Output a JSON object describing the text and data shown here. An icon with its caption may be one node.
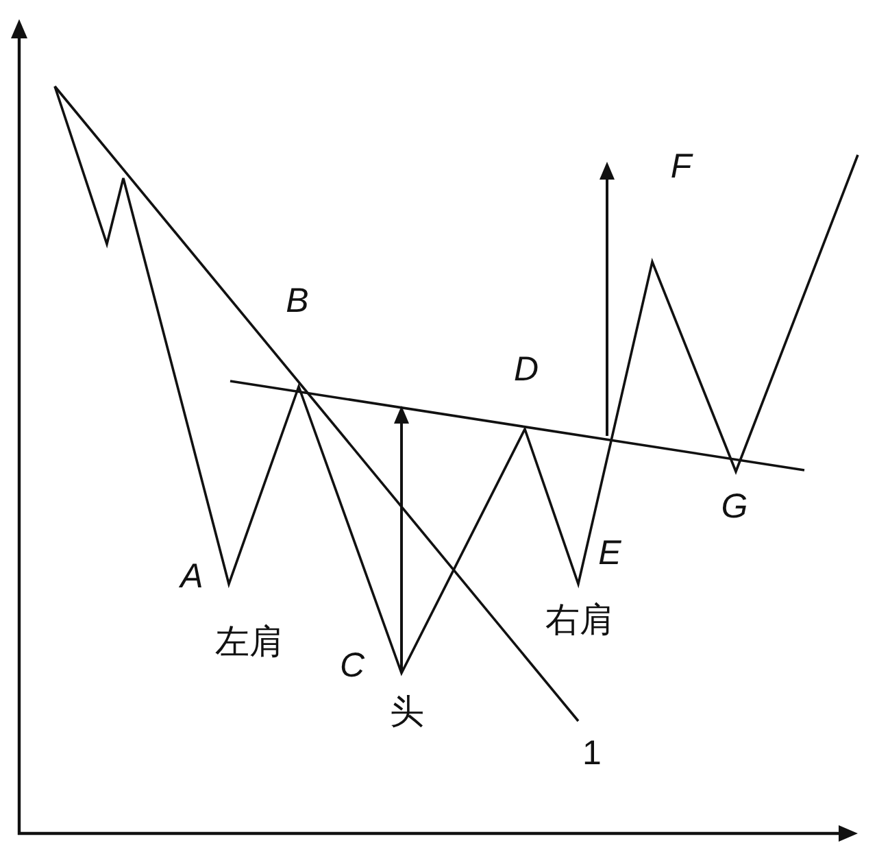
{
  "diagram": {
    "labels": [
      "F",
      "B",
      "D",
      "G",
      "E",
      "A",
      "右肩",
      "左肩",
      "C",
      "头",
      "1"
    ]
  }
}
